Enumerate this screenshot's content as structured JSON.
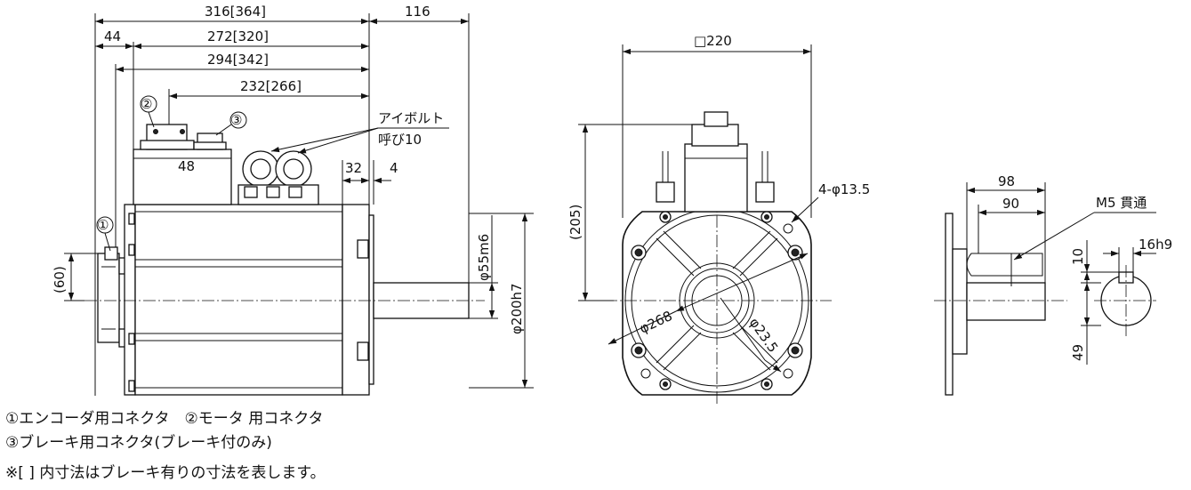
{
  "side_view": {
    "dim_total_length": "316[364]",
    "dim_shaft_length": "116",
    "dim_encoder_offset": "44",
    "dim_body_length": "272[320]",
    "dim_flange_to_end": "294[342]",
    "dim_connector_position": "232[266]",
    "dim_connector_pitch": "48",
    "dim_flange_thickness": "32",
    "dim_spigot": "4",
    "dim_shaft_diameter": "φ55m6",
    "dim_spigot_diameter": "φ200h7",
    "dim_encoder_height": "(60)",
    "eyebolt_label_line1": "アイボルト",
    "eyebolt_label_line2": "呼び10",
    "marker_encoder": "①",
    "marker_motor": "②",
    "marker_brake": "③"
  },
  "front_view": {
    "dim_flange_square": "□220",
    "dim_height": "(205)",
    "dim_bolt_holes": "4-φ13.5",
    "dim_pcd": "φ268",
    "dim_pilot_offset": "φ23.5"
  },
  "shaft_view": {
    "dim_keyway_length": "98",
    "dim_keyway_inner": "90",
    "dim_tap": "M5 貫通",
    "dim_key_width": "16h9",
    "dim_key_height": "10",
    "dim_shaft_height": "49"
  },
  "notes": [
    "①エンコーダ用コネクタ　②モータ 用コネクタ",
    "③ブレーキ用コネクタ(ブレーキ付のみ)",
    "※[ ] 内寸法はブレーキ有りの寸法を表します。"
  ]
}
